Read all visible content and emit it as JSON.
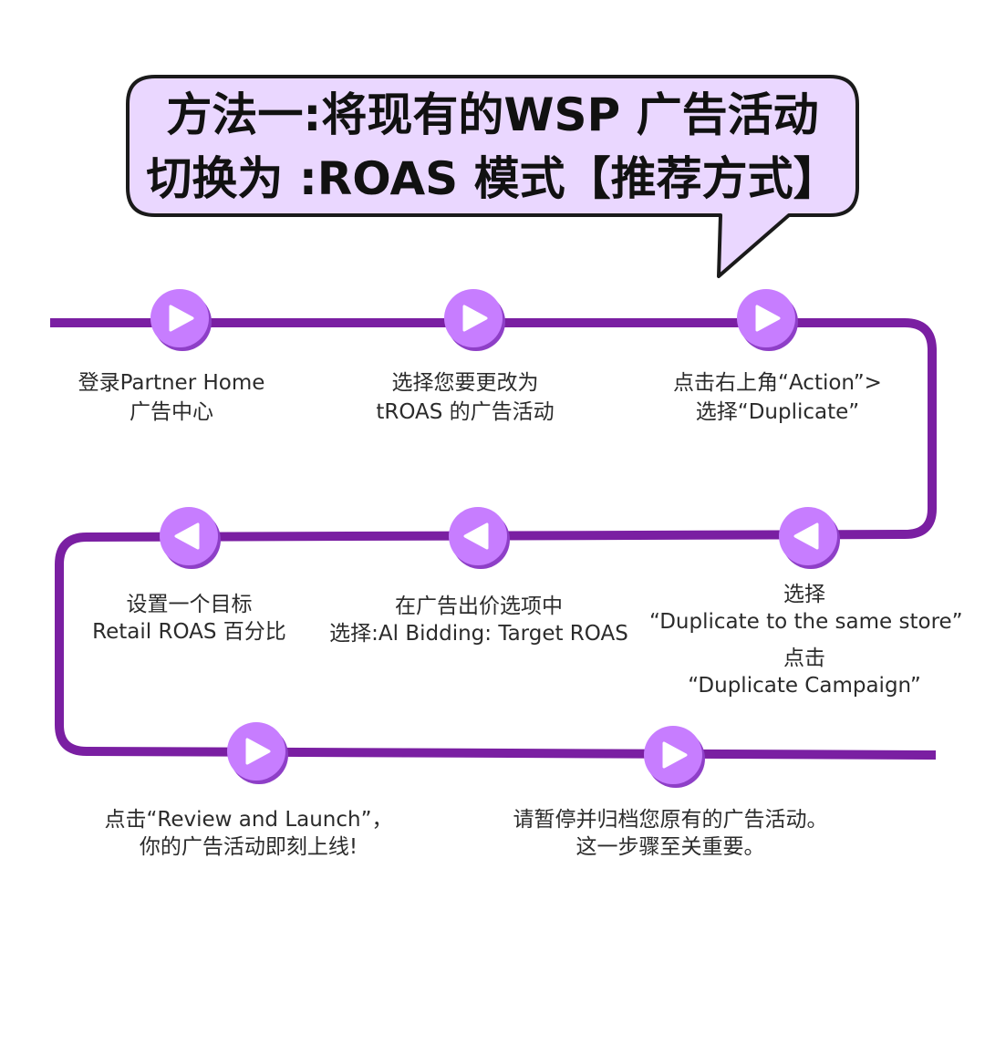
{
  "title": {
    "line1": "方法一:将现有的WSP 广告活动",
    "line2": "切换为 :ROAS 模式【推荐方式】"
  },
  "colors": {
    "bubble_fill": "#ead7ff",
    "path": "#7a1fa2",
    "node": "#c77dff",
    "node_shadow": "#8e3fc7",
    "arrow": "#ffffff"
  },
  "steps": [
    {
      "line1": "登录Partner Home",
      "line2": "广告中心",
      "direction": "right"
    },
    {
      "line1": "选择您要更改为",
      "line2": "tROAS 的广告活动",
      "direction": "right"
    },
    {
      "line1": "点击右上角“Action”>",
      "line2": "选择“Duplicate”",
      "direction": "right"
    },
    {
      "line1": "选择",
      "line2": "“Duplicate to the same store”",
      "line3": "点击",
      "line4": "“Duplicate Campaign”",
      "direction": "left"
    },
    {
      "line1": "在广告出价选项中",
      "line2": "选择:Al Bidding: Target ROAS",
      "direction": "left"
    },
    {
      "line1": "设置一个目标",
      "line2": "Retail ROAS 百分比",
      "direction": "left"
    },
    {
      "line1": "点击“Review and Launch”，",
      "line2": "你的广告活动即刻上线!",
      "direction": "right"
    },
    {
      "line1": "请暂停并归档您原有的广告活动。",
      "line2": "这一步骤至关重要。",
      "direction": "right"
    }
  ]
}
